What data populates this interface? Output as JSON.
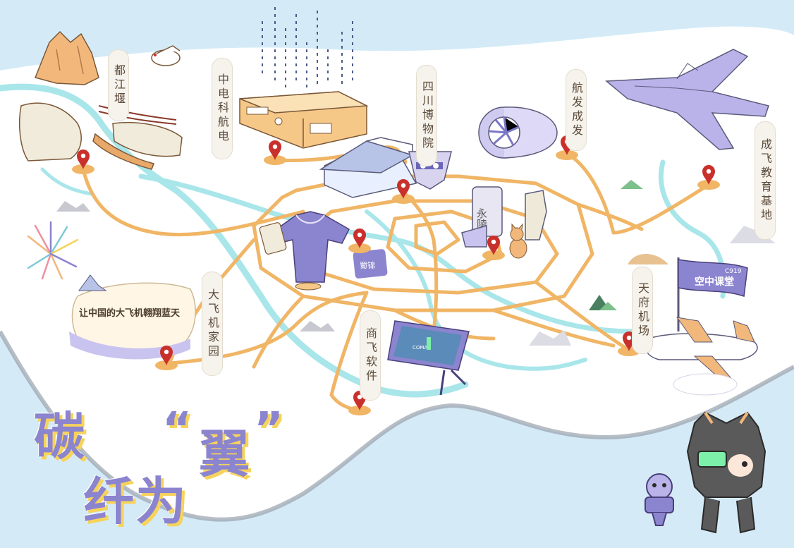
{
  "map": {
    "labels": {
      "dujiangyan": "都江堰",
      "cetc": "中电科航电",
      "museum": "四川博物院",
      "aero_engine": "航发成发",
      "base": "成飞教育基地",
      "big_plane": "大飞机家园",
      "comac_software": "商飞软件",
      "airport": "天府机场"
    },
    "slogan": "让中国的大飞机翱翔蓝天",
    "stele": "永陵",
    "seal": "蜀锦",
    "flag": {
      "text": "空中课堂",
      "code": "C919"
    },
    "screen": "COMAC",
    "title": {
      "line1": "碳",
      "quote_left": "“",
      "word": "翼",
      "quote_right": "”",
      "line2": "纤为"
    }
  },
  "colors": {
    "sea": "#d4ebf7",
    "land": "#ffffff",
    "river": "#a8e6ea",
    "route": "#f0b565",
    "pin": "#c9302c",
    "accent": "#8b84cf"
  }
}
